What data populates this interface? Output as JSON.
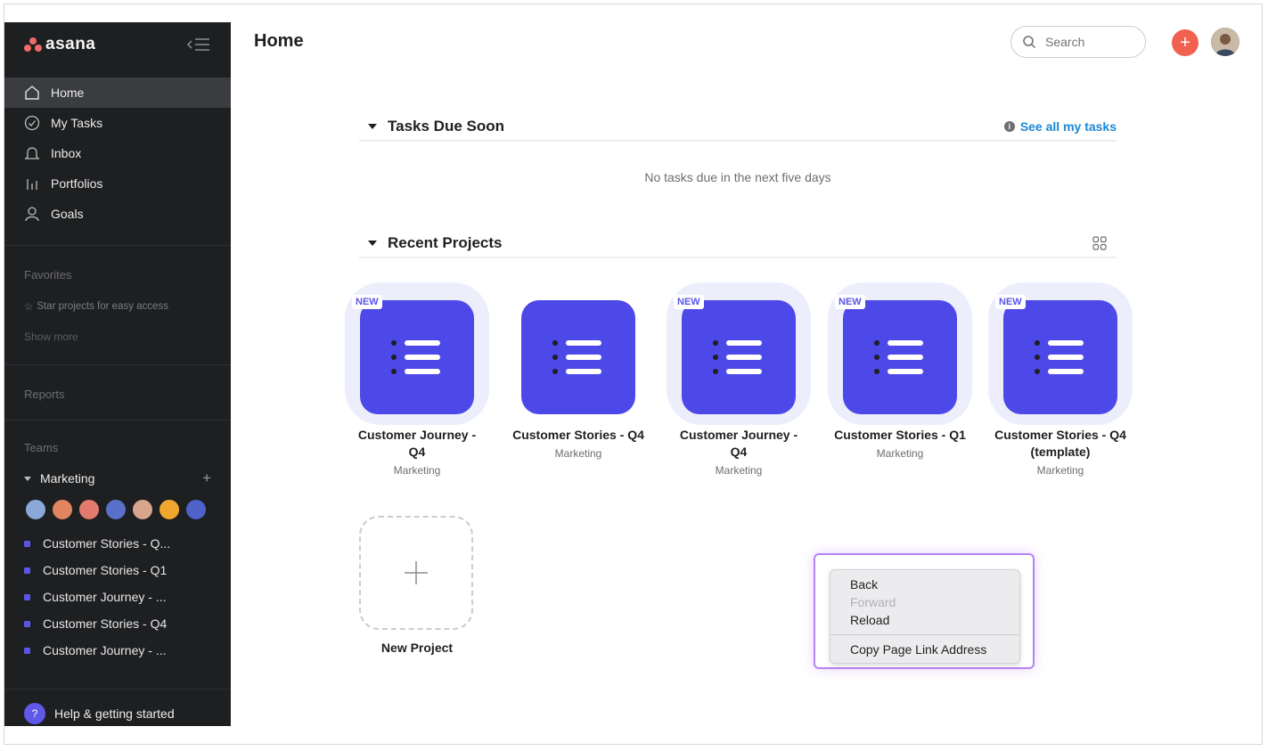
{
  "app": {
    "logo_text": "asana",
    "brand_color": "#f06a6a",
    "sidebar_bg": "#1e1f21",
    "accent": "#4d48e8"
  },
  "sidebar": {
    "nav": [
      {
        "label": "Home",
        "icon": "home-icon",
        "active": true
      },
      {
        "label": "My Tasks",
        "icon": "check-circle-icon",
        "active": false
      },
      {
        "label": "Inbox",
        "icon": "bell-icon",
        "active": false
      },
      {
        "label": "Portfolios",
        "icon": "bar-chart-icon",
        "active": false
      },
      {
        "label": "Goals",
        "icon": "person-icon",
        "active": false
      }
    ],
    "favorites_label": "Favorites",
    "favorites_note": "Star projects for easy access",
    "show_more": "Show more",
    "reports_label": "Reports",
    "teams_label": "Teams",
    "team_name": "Marketing",
    "team_projects": [
      "Customer Stories - Q...",
      "Customer Stories - Q1",
      "Customer Journey - ...",
      "Customer Stories - Q4",
      "Customer Journey - ..."
    ],
    "help_label": "Help & getting started"
  },
  "header": {
    "title": "Home",
    "search_placeholder": "Search"
  },
  "tasks_section": {
    "title": "Tasks Due Soon",
    "see_all": "See all my tasks",
    "empty_message": "No tasks due in the next five days"
  },
  "projects_section": {
    "title": "Recent Projects",
    "projects": [
      {
        "name": "Customer Journey - Q4",
        "team": "Marketing",
        "badge": "NEW"
      },
      {
        "name": "Customer Stories - Q4",
        "team": "Marketing",
        "badge": ""
      },
      {
        "name": "Customer Journey - Q4",
        "team": "Marketing",
        "badge": "NEW"
      },
      {
        "name": "Customer Stories - Q1",
        "team": "Marketing",
        "badge": "NEW"
      },
      {
        "name": "Customer Stories - Q4 (template)",
        "team": "Marketing",
        "badge": "NEW"
      }
    ],
    "new_project": "New Project"
  },
  "context_menu": {
    "back": "Back",
    "forward": "Forward",
    "reload": "Reload",
    "copy_link": "Copy Page Link Address"
  }
}
